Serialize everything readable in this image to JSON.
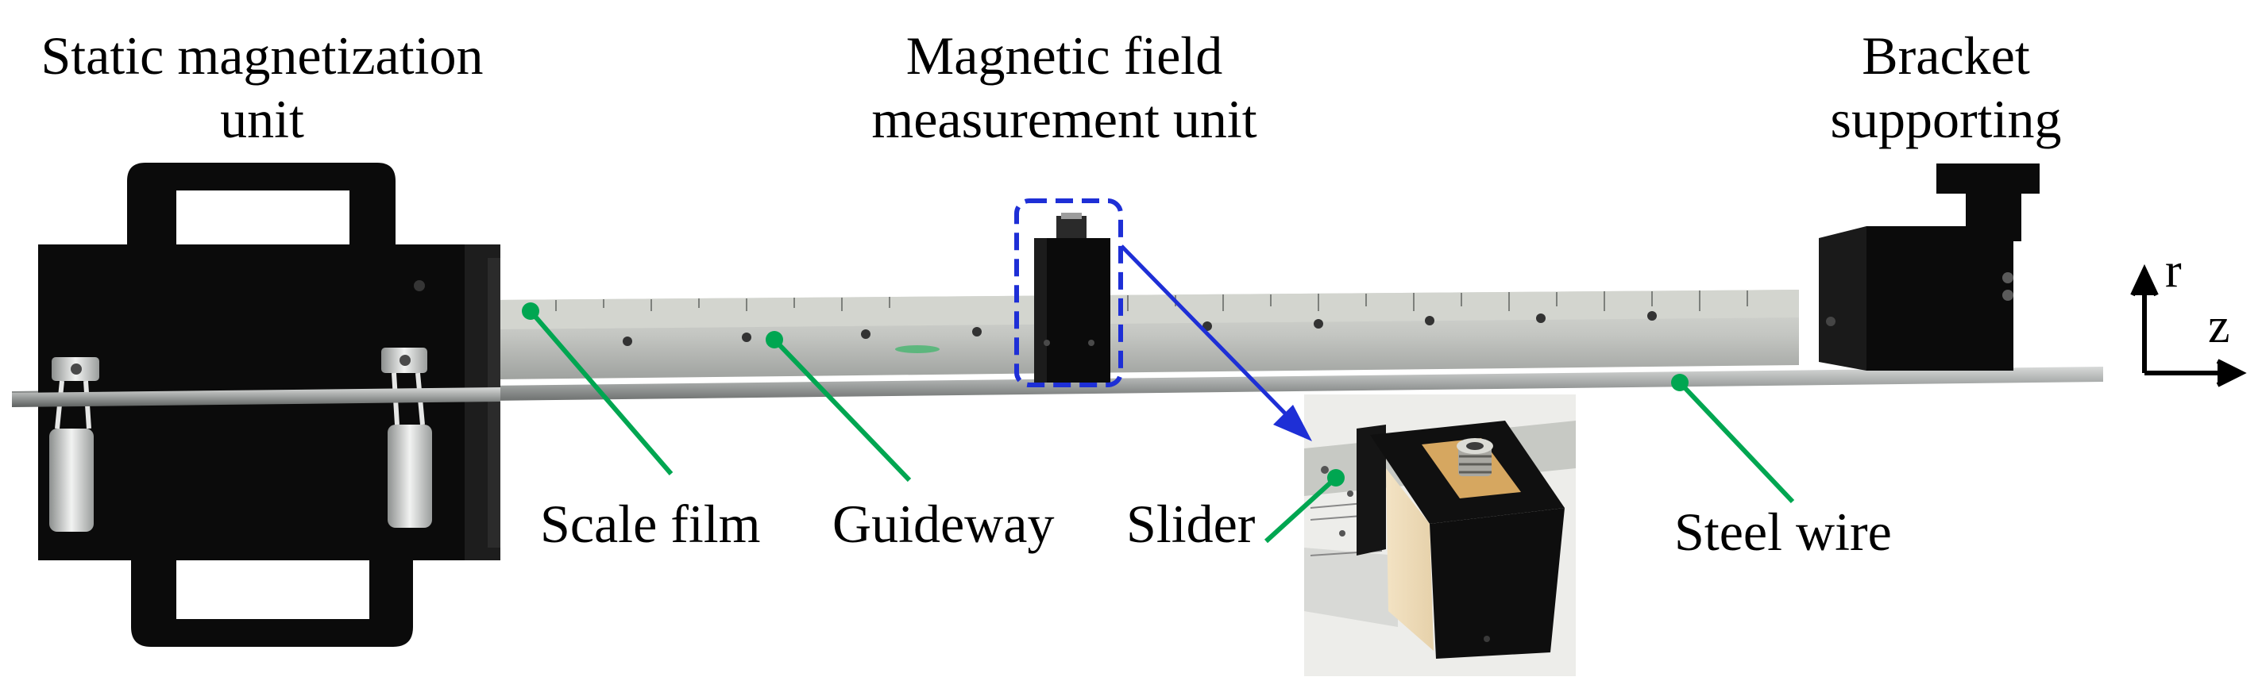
{
  "labels": {
    "static_unit": [
      "Static magnetization",
      "unit"
    ],
    "measure_unit": [
      "Magnetic field",
      "measurement unit"
    ],
    "bracket": [
      "Bracket",
      "supporting"
    ],
    "scale_film": "Scale film",
    "guideway": "Guideway",
    "slider": "Slider",
    "steel_wire": "Steel wire"
  },
  "axes": {
    "vertical": "r",
    "horizontal": "z"
  },
  "colors": {
    "leader": "#00A651",
    "highlight": "#1E2FD6",
    "device": "#0b0b0b",
    "rail": "#b9bcb7",
    "wire": "#8e9190"
  },
  "icons": [
    "latch-icon",
    "bnc-connector-icon",
    "axis-arrow-icon"
  ]
}
